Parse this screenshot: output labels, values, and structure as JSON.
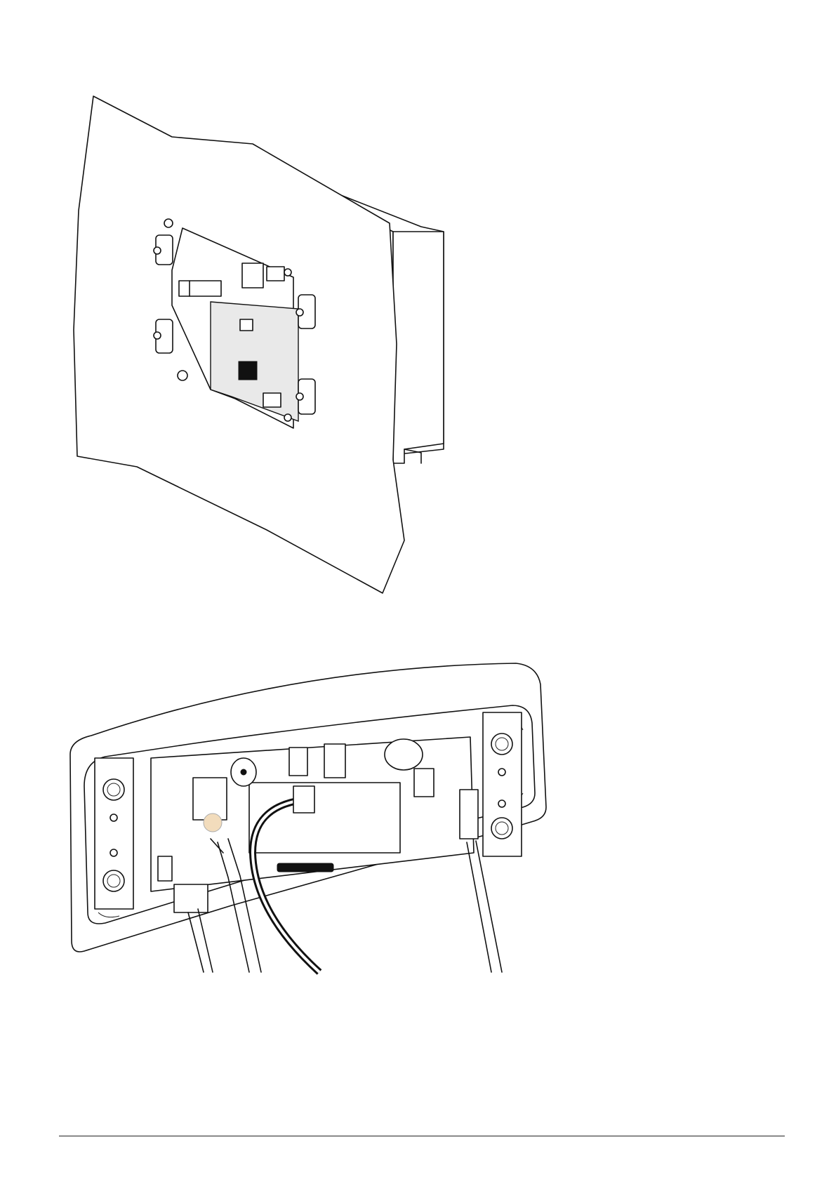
{
  "figures": [
    {
      "id": "wall-mount-assembly",
      "icon": "wall-mount-exploded-view-illustration"
    },
    {
      "id": "cable-connection-view",
      "icon": "open-housing-cable-connections-illustration"
    }
  ],
  "colors": {
    "line": "#111111",
    "background": "#ffffff",
    "accent_knob": "#f2dcbc"
  }
}
